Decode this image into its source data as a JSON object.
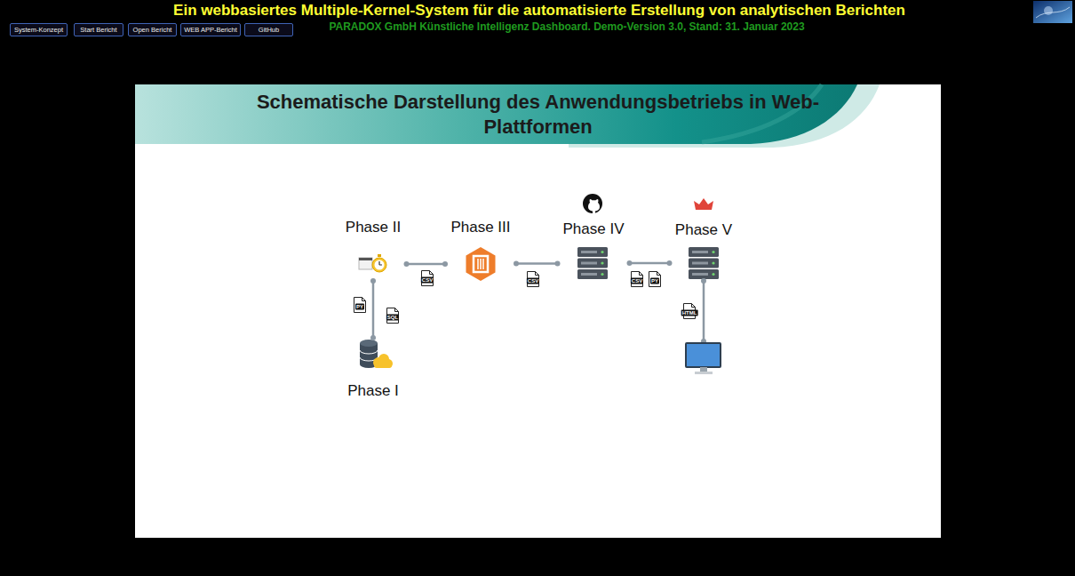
{
  "diagram": {
    "title": "Ein webbasiertes Multiple-Kernel-System für die automatisierte Erstellung von analytischen Berichten",
    "nodes": [
      {
        "text": [
          "System-Konzept"
        ]
      },
      {
        "text": [
          "Start Bericht"
        ]
      },
      {
        "text": [
          "Open Bericht"
        ]
      },
      {
        "text": [
          "WEB APP-Bericht"
        ]
      },
      {
        "text": [
          "GitHub"
        ]
      },
      {
        "text": [
          "Schematische Darstellung des Anwendungsbetriebs in Web-Plattformen"
        ]
      },
      {
        "text": [
          "Phase II"
        ]
      },
      {
        "text": [
          "Phase III"
        ]
      },
      {
        "text": [
          "Phase IV"
        ]
      },
      {
        "text": [
          "Phase V"
        ]
      },
      {
        "text": [
          "Phase I"
        ]
      }
    ],
    "edges": [
      {
        "from": 10,
        "to": 6,
        "arrow": "none"
      },
      {
        "from": 6,
        "to": 7,
        "arrow": "none"
      },
      {
        "from": 7,
        "to": 8,
        "arrow": "none"
      },
      {
        "from": 8,
        "to": 9,
        "arrow": "none"
      }
    ],
    "labels": [
      "PARADOX GmbH Künstliche Intelligenz Dashboard. Demo-Version 3.0, Stand: 31. Januar 2023",
      "PY",
      "SQL",
      "CSV",
      "CSV",
      "CSV",
      "PY",
      "HTML"
    ]
  }
}
